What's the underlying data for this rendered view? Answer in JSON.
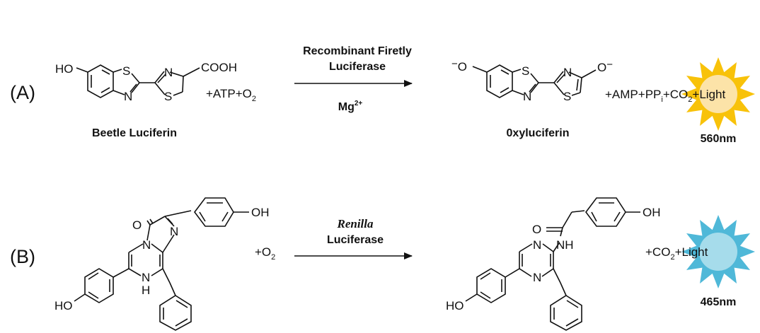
{
  "panel_a": {
    "label": "(A)",
    "reactant_name": "Beetle Luciferin",
    "reactant_groups": {
      "left": "HO",
      "s1": "S",
      "n1": "N",
      "n2": "N",
      "s2": "S",
      "acid": "COOH"
    },
    "cofactors": {
      "plus1": "+ATP+O",
      "o2_sub": "2"
    },
    "enzyme_line1": "Recombinant Firetly",
    "enzyme_line2": "Luciferase",
    "condition_main": "Mg",
    "condition_sup": "2+",
    "product_name": "0xyluciferin",
    "product_groups": {
      "left": "O",
      "left_charge": "−",
      "s1": "S",
      "n1": "N",
      "n2": "N",
      "s2": "S",
      "right": "O",
      "right_charge": "−"
    },
    "byproducts": {
      "p1": "+AMP+PP",
      "p1_sub": "i",
      "p2": "+CO",
      "p2_sub": "2",
      "p3": "+Light"
    },
    "wavelength": "560nm",
    "light_color": "#F8C20A",
    "light_core": "#FCE3A8"
  },
  "panel_b": {
    "label": "(B)",
    "reactant_groups": {
      "o": "O",
      "n1": "N",
      "n2": "N",
      "nh": "N",
      "h": "H",
      "oh_top": "OH",
      "ho_bottom": "HO"
    },
    "cofactors": {
      "plus1": "+O",
      "o2_sub": "2"
    },
    "enzyme_line1": "Renilla",
    "enzyme_line2": "Luciferase",
    "product_groups": {
      "o": "O",
      "n1": "N",
      "n2": "N",
      "nh": "NH",
      "oh_top": "OH",
      "ho_bottom": "HO"
    },
    "byproducts": {
      "p1": "+CO",
      "p1_sub": "2",
      "p2": "+Light"
    },
    "wavelength": "465nm",
    "light_color": "#4FB8D8",
    "light_core": "#A6DCEB"
  }
}
